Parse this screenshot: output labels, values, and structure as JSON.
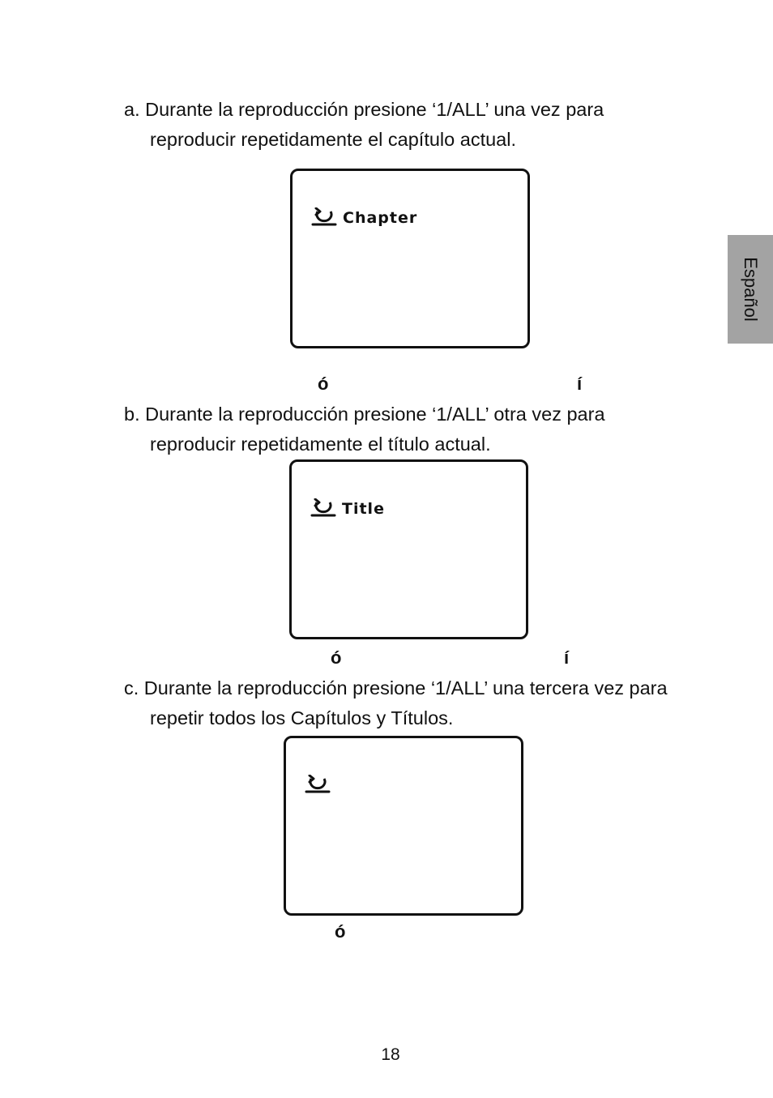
{
  "sidebar": {
    "language_tab": "Español"
  },
  "steps": [
    {
      "line1": "a. Durante la reproducción presione ‘1/ALL’ una vez para",
      "line2": "reproducir repetidamente el capítulo actual.",
      "screen_label": "Chapter",
      "icon": "repeat-icon",
      "fragments": [
        "ó",
        "í"
      ]
    },
    {
      "line1": "b. Durante la reproducción presione ‘1/ALL’ otra vez para",
      "line2": "reproducir repetidamente el título actual.",
      "screen_label": "Title",
      "icon": "repeat-icon",
      "fragments": [
        "ó",
        "í"
      ]
    },
    {
      "line1": "c. Durante la reproducción presione ‘1/ALL’ una tercera vez para",
      "line2": "repetir todos los Capítulos y Títulos.",
      "screen_label": "",
      "icon": "repeat-icon",
      "fragments": [
        "ó"
      ]
    }
  ],
  "footer": {
    "page_number": "18"
  }
}
